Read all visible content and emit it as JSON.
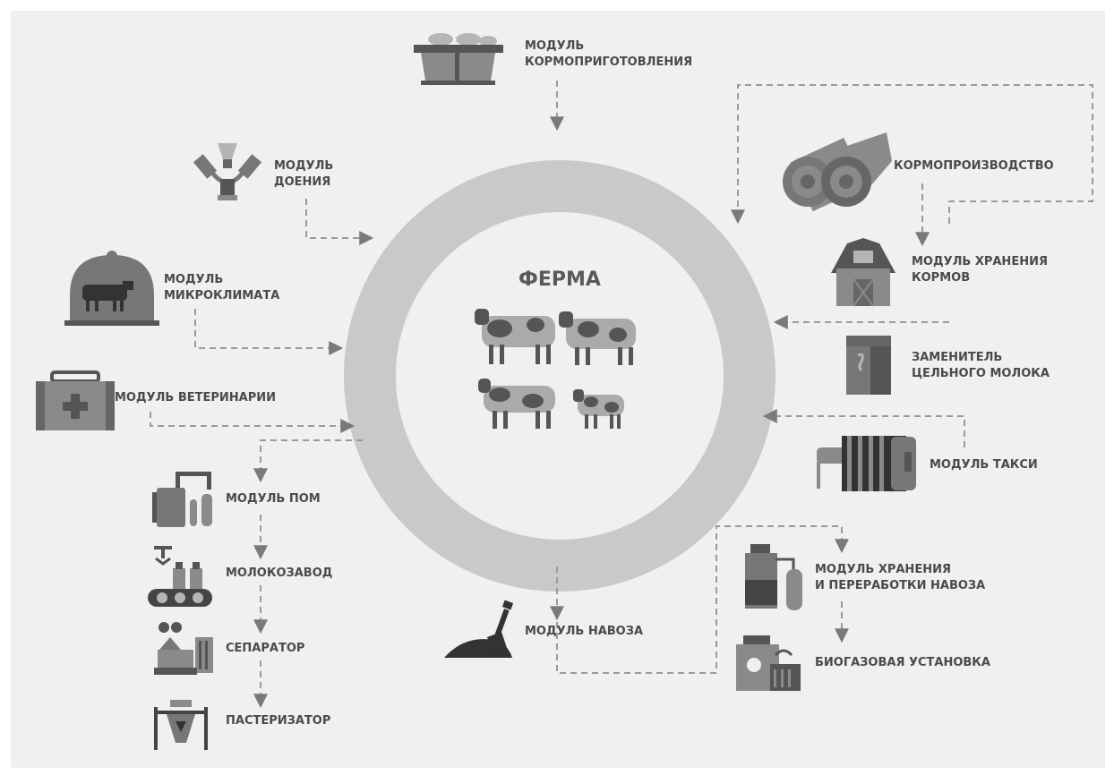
{
  "center": {
    "title": "ФЕРМА"
  },
  "modules": {
    "feed_prep": {
      "line1": "МОДУЛЬ",
      "line2": "КОРМОПРИГОТОВЛЕНИЯ"
    },
    "milking": {
      "line1": "МОДУЛЬ",
      "line2": "ДОЕНИЯ"
    },
    "microclimate": {
      "line1": "МОДУЛЬ",
      "line2": "МИКРОКЛИМАТА"
    },
    "veterinary": {
      "line1": "МОДУЛЬ ВЕТЕРИНАРИИ"
    },
    "pom": {
      "line1": "МОДУЛЬ ПОМ"
    },
    "dairy_plant": {
      "line1": "МОЛОКОЗАВОД"
    },
    "separator": {
      "line1": "СЕПАРАТОР"
    },
    "pasteurizer": {
      "line1": "ПАСТЕРИЗАТОР"
    },
    "feed_production": {
      "line1": "КОРМОПРОИЗВОДСТВО"
    },
    "feed_storage": {
      "line1": "МОДУЛЬ ХРАНЕНИЯ",
      "line2": "КОРМОВ"
    },
    "milk_replacer": {
      "line1": "ЗАМЕНИТЕЛЬ",
      "line2": "ЦЕЛЬНОГО МОЛОКА"
    },
    "taxi": {
      "line1": "МОДУЛЬ ТАКСИ"
    },
    "manure_storage": {
      "line1": "МОДУЛЬ ХРАНЕНИЯ",
      "line2": "И ПЕРЕРАБОТКИ НАВОЗА"
    },
    "biogas": {
      "line1": "БИОГАЗОВАЯ УСТАНОВКА"
    },
    "manure": {
      "line1": "МОДУЛЬ НАВОЗА"
    }
  },
  "colors": {
    "ring": "#c9c9c9",
    "ring_inner": "#f0f0f0",
    "arrow": "#9a9a9a",
    "text": "#4a4a4a",
    "icon_dark": "#555555",
    "icon_mid": "#8a8a8a",
    "icon_light": "#b5b5b5"
  },
  "icons": [
    "feed-trough-icon",
    "milking-machine-icon",
    "cow-dome-icon",
    "medical-kit-icon",
    "pump-icon",
    "conveyor-bottles-icon",
    "separator-machine-icon",
    "pasteurizer-tank-icon",
    "hay-rolls-icon",
    "barn-icon",
    "milk-carton-icon",
    "cow-stall-icon",
    "manure-tank-icon",
    "biogas-unit-icon",
    "shovel-icon",
    "cows-icon"
  ]
}
